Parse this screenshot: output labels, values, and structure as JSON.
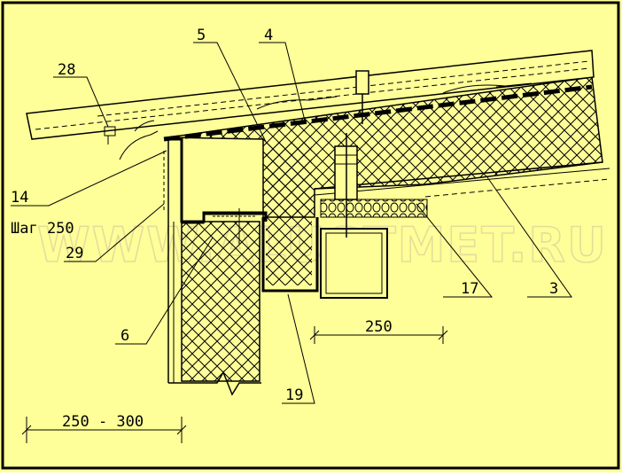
{
  "colors": {
    "background": "#ffff99",
    "line": "#000000",
    "watermark": "#e6dc9a"
  },
  "labels": {
    "l28": "28",
    "l5": "5",
    "l4": "4",
    "l14": "14",
    "step": "Шаг  250",
    "l29": "29",
    "l6": "6",
    "l17": "17",
    "l3": "3",
    "l19": "19"
  },
  "dimensions": {
    "d250": "250",
    "d250_300": "250 - 300"
  },
  "watermark": "WWW.ALUSTMET.RU"
}
